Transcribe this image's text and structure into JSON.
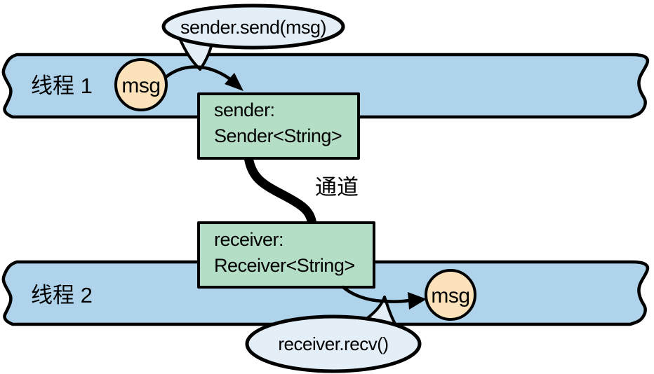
{
  "colors": {
    "band": "#aed3ea",
    "bubble": "#e4eef7",
    "box": "#b5dec6",
    "msg": "#fbe2bb",
    "line": "#000000"
  },
  "threads": {
    "thread1_label": "线程 1",
    "thread2_label": "线程 2"
  },
  "channel": {
    "label": "通道"
  },
  "calls": {
    "send": "sender.send(msg)",
    "recv": "receiver.recv()"
  },
  "sender_box": {
    "line1": "sender:",
    "line2": "Sender<String>"
  },
  "receiver_box": {
    "line1": "receiver:",
    "line2": "Receiver<String>"
  },
  "messages": {
    "thread1_msg": "msg",
    "thread2_msg": "msg"
  }
}
